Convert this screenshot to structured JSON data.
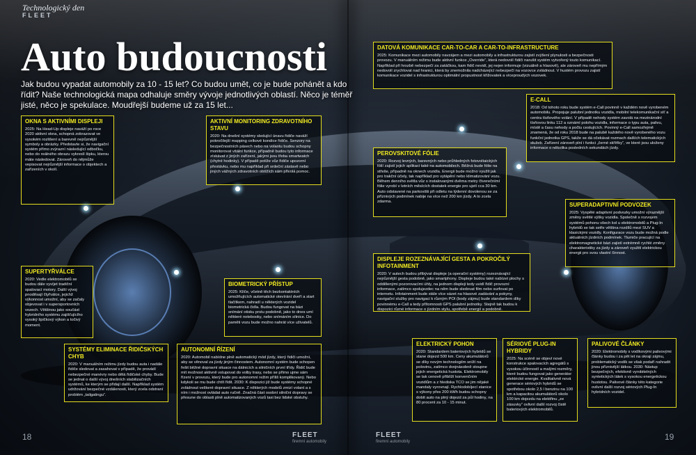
{
  "header": {
    "kicker": "Technologický den",
    "brand": "FLEET"
  },
  "title": "Auto budoucnosti",
  "lead": "Jak budou vypadat automobily za 10 - 15 let? Co budou umět, co je bude pohánět a kdo řídit? Naše technologická mapa odhaluje směry vývoje jednotlivých oblastí. Něco je téměř jisté, něco je spekulace. Moudřejší budeme už za 15 let...",
  "boxes": [
    {
      "id": "okna",
      "heading": "OKNA S AKTIVNÍMI DISPLEJI",
      "text": "2025: Na Head-Up displeje naváží po roce 2020 aktivní okna, schopná zobrazovat ve vysokém rozlišení a barevně nejrůznější symboly a obrázky. Představte si, že navigační systém přímo zvýrazní následující odbočku, nebo do reálného obrazu vykreslí šipku, kterou máte následovat. Zároveň do nějmůže vepisovat nejrůznější informace o objektech a zařízeních v okolí."
    },
    {
      "id": "monitoring",
      "heading": "AKTIVNÍ MONITORING ZDRAVOTNÍHO STAVU",
      "text": "2020: Na dnešní systémy sledující únavu řidiče naváží pokročilejší mapping celkové kondice řidiče. Senzory na bezpečnostních pásech nebo na volantu budou schopny monitorovat vitální funkce, případně budou tyto informace získávat z jiných zařízení, jakými jsou třeba smartwatch (chytré hodinky). V případě potíže vůz řidiče upozorní přestávku, nebo mu například při srdeční zástavě nebo jiných vážných zdravotních obtížích sám přivolá pomoc."
    },
    {
      "id": "datova",
      "heading": "DATOVÁ KOMUNIKACE CAR-TO-CAR A CAR-TO-INFRASTRUCTURE",
      "text": "2025: Komunikace mezi automobily navzájem a mezi automobily a infrastrukturou zajistí zvýšení plynulosti a bezpečnosti provozu. V manuálním režimu bude aktivní funkce „Override“, která nedovolí řidiči narušit systém vytvořený touto komunikací. Například při hrozbě nebezpečí za zatáčkou, kam řidič nevidí, jej nejen informuje (vizuálně a hlasově), ale zároveň mu nepřímým nedovolí zrychlovat nad hranici, která by znemožnila nadcházející nebezpečí na vozovce zvládnout. V hustém provozu zajistí komunikace vozidel s infrastrukturou optimální propustnost křižovatek a víceproudých vozovek."
    },
    {
      "id": "ecall",
      "heading": "E-CALL",
      "text": "2018: Od tohoto roku bude systém e-Call povinně v každém nově vyrobeném automobilu. Propojuje palubní jednotku vozidla, mobilní telekomunikační síť a centra tísňového volání. V případě nehody systém zavolá na mezinárodní tísňovou linku 112 a oznámí polohu vozidla, informace o typu auta, palivu, místě a času nehody a počtu cestujících. Povinný e-Call samozřejmě znamená, že od roku 2018 bude na palubě každého nově vyrobeného vozu funkční jednotka GPS, takže se dá očekávat rozmach dalších telematických služeb. Zařízení zároveň plní i funkci „černé skříňky“, ve které jsou uloženy informace o několika posledních sekundách jízdy."
    },
    {
      "id": "perovskit",
      "heading": "PEROVSKITOVÉ FÓLIE",
      "text": "2020: Rozvoj levných, barevných nebo průhledných fotovoltaických fólií zajistí jejich aplikaci také na automobilech. Běžná bude fólie na střeše, případně na oknech vozidla. Energii bude možno využít jak pro trakční účely, tak například pro vytápění nebo klimatizování vozu. Během denního světla vůz s instalovanými dvěma metry čtverečnímí fólie vyrobí v letních měsících dostatek energie pro ujetí cca 30 km. Auto odstavené na parkovišti při odletu na týdenní dovolenou se za příznivých podmínek nabije na více než 200 km jízdy. A to zcela zdarma."
    },
    {
      "id": "podvozek",
      "heading": "SUPERADAPTIVNÍ PODVOZEK",
      "text": "2025: Vyspělé adaptivní podvozky umožní výraznější změny světlé výšky vozidla. Společně s rozvojem systémů pohonu všech kol u elektromobilů a Plug-In hybridů se tak setře většina rozdílů mezi SUV a klasickými vozidly. Konfigurace vozu bude možná podle aktuálních jízdních podmínek. Tlumiče pracující na elektromagnetické bázi zajistí extrémně rychlé změny charakteristiky za jízdy a zároveň využití elektrickou energii pro svou vlastní činnost."
    },
    {
      "id": "displeje",
      "heading": "DISPLEJE ROZEZNÁVAJÍCÍ GESTA A POKROČILÝ INFOTAINMENT",
      "text": "2020: V autech budou přibývat displeje (a operační systémy) rozeznávající nejrůznější gesta podobně, jako smartphony. Displeje budou také nabízet plochy s oddělenými pozorovacími úhly, na jednom displeji tedy uvidí řidič provozní informace, zatímco spolujezdec na něm bude sledovat film nebo surfovat po internetu. Infotainment bude stále více sázet na hlasové zadávání a pokyny, navigační služby pro navigaci k různým POI (body zájmu) bude standardem díky povinnému e-Call a tedy přítomnosti GPS palubní jednotky. Stejně tak budou k dispozici různé informace o jízdním stylu, spotřebě energií a podobně."
    },
    {
      "id": "supertyr",
      "heading": "SUPERTYŘVÁLCE",
      "text": "2020: Vedle elektromobilů se budou dále vyvíjet tradiční spalovací motory. Další vývoj pnoděsají čtyřválce, jejichž výkonnost umožní, aby se začaly objevovat i v supersportovních vozech. Většinou jako součást hybridního systému zajišťujícího vysoký špičkový výkon a točivý moment."
    },
    {
      "id": "biometricky",
      "heading": "BIOMETRICKÝ PŘÍSTUP",
      "text": "2025: Klíče, včetně těch bezkontaktních umožňujících automatické otevírání dveří a start tlačítkem, nahradí u některých vozidel biometrická čidla. Budou fungovat na bázi snímání otisku prstu podobně, jako to dnes umí některé notebooky, nebo snímáním sítnice. Do paměti vozu bude možno nahrát více uživatelů."
    },
    {
      "id": "eliminace",
      "heading": "SYSTÉMY ELIMINACE ŘIDIČSKÝCH CHYB",
      "text": "2020: V manuálním režimu jízdy budou auta i nadále řidiče sledovat a zasahovat v případě, že provádí nebezpečné manévry nebo dělá řidičské chyby. Bude se jednat o další vývoj dnešních stabilizačních systémů, ke kterým se přidají další. Například systém udržování bezpečné vzdálenosti, který zcela odstraní problém „tailgatingu“."
    },
    {
      "id": "autonomni",
      "heading": "AUTONOMNÍ ŘÍZENÍ",
      "text": "2020: Automobil nabídne plně automatický mód jízdy, který řidiči umožní, aby se věnoval za jízdy jiným činnostem. Autonomní systém bude schopen řešit běžné dopravní situace na dálnicích a silničních první třídy. Řidič bude mít možnost aktivně vstupovat do volby trasy, nebo se přímo ujme sám řízení v provozu, který bude pro autonomní režim příliš komplikovaný. Nebo kdykoli se mu bude chtít řídit. 2030: K dispozici již bude systémy schopné zvládnout veškeré dopravní situace. Z některých modelů zmizí volant a s ním i možnost ovládat auto ručně. Značná část osobní silniční dopravy se přesune do oblasti plně automatizovaných vozů taxi bez lidské obsluhy."
    },
    {
      "id": "elektricky",
      "heading": "ELEKTRICKÝ POHON",
      "text": "2020: Standardem bateriových hybridů se stane dojezd 500 km. Ceny akumulátorů se díky novým technologiím sníží na polovinu, zatímco dvojnásobně stoupne jejich energetická hustota. Elektromobily se tak cenově přiblíží konvenčním vozidlům a z hlediska TCO se jim nějaké mandaly vyrovnají. Rychlodobíjecí stanice s výkony přes 200 kWh budou schopny dobít auto na plný dojezd za půl hodiny, na 80 procent za 10 - 15 minut."
    },
    {
      "id": "serioveplugin",
      "heading": "SÉRIOVÉ PLUG-IN HYBRIDY",
      "text": "2025: Na scéně se objeví nové konstrukce spalovacích agregátů s vysokou účinností a malými rozměry, které budou fungovat jako generátor elektrické energie. Kvalitativně nová generace sériových hybridů se spotřebou okolo 2,5 l benzinu na 100 km a kapacitou akumulátorů okolo 100 km dojezdu na elektřinu „ze zásuvky“ ovlivní další rozvoj čistě bateriových elektromobilů."
    },
    {
      "id": "palivove",
      "heading": "PALIVOVÉ ČLÁNKY",
      "text": "2020: Elektromobily s vodíkovými palivovými články budou i za pět let na okraji zájmu, problematický vodík se však podaří nahradit jinou příznivější látkou. 2030: Nástup bezpečných, efektivně vyrobitelných syntetických látek s vysokou energetickou hustotou. Palivové články této kategorie ovlivní další rozvoj sériových Plug-In hybridních vozidel."
    }
  ],
  "footer": {
    "page_left": "18",
    "page_right": "19",
    "brand": "FLEET",
    "brand_sub": "firemní automobily"
  }
}
